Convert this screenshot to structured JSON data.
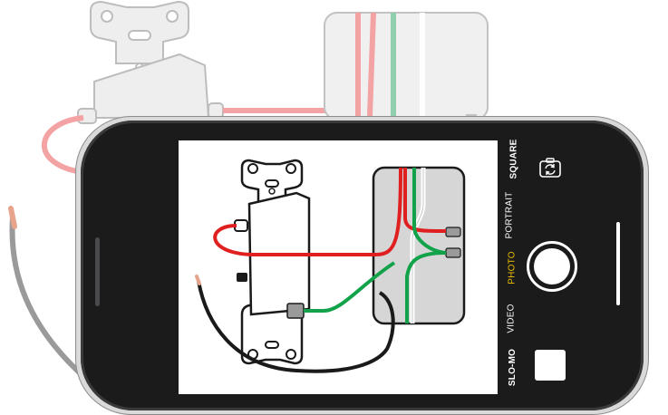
{
  "camera": {
    "modes": {
      "square": "SQUARE",
      "portrait": "PORTRAIT",
      "photo": "PHOTO",
      "video": "VIDEO",
      "slomo": "SLO-MO"
    },
    "active_mode": "PHOTO",
    "active_color": "#f2c200"
  },
  "icons": {
    "flip": "camera-flip-icon",
    "shutter": "shutter-button",
    "thumbnail": "last-photo-thumbnail"
  },
  "wire_colors": {
    "red": "#e02020",
    "green": "#12a34a",
    "black": "#1a1a1a",
    "white": "#ffffff",
    "bg_red": "#f3a3a3",
    "bg_green": "#8fcfae"
  }
}
